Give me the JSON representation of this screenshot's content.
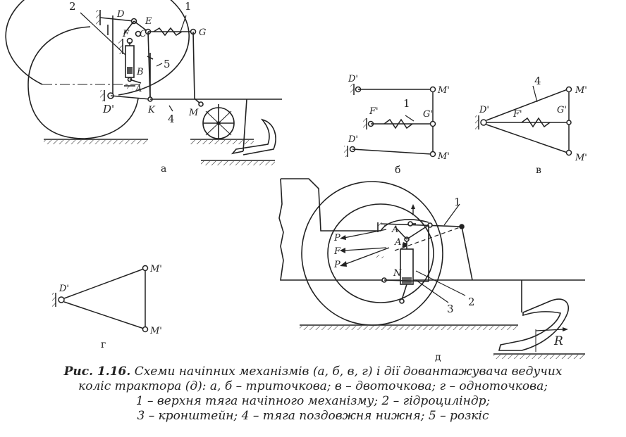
{
  "labels": {
    "a": {
      "n2": "2",
      "n1": "1",
      "n5": "5",
      "n4": "4",
      "D": "D",
      "E": "E",
      "F": "F",
      "C": "C",
      "G": "G",
      "B": "B",
      "A": "A",
      "D_prime": "D'",
      "K": "K",
      "M": "M"
    },
    "b": {
      "D1": "D'",
      "M1": "M'",
      "F": "F'",
      "n1": "1",
      "G": "G'",
      "D2": "D'",
      "M2": "M'"
    },
    "v": {
      "n4": "4",
      "D": "D'",
      "M1": "M'",
      "F": "F'",
      "G": "G'",
      "M2": "M'"
    },
    "g": {
      "D": "D'",
      "M1": "M'",
      "M2": "M'"
    },
    "d": {
      "n1": "1",
      "P1": "P",
      "F": "F",
      "P2": "P",
      "A": "A",
      "A1": "A",
      "A1sub": "1",
      "N": "N",
      "n2": "2",
      "n3": "3",
      "R": "R"
    }
  },
  "sublabels": {
    "a": "а",
    "b": "б",
    "v": "в",
    "g": "г",
    "d": "д"
  },
  "caption": {
    "prefix": "Рис. 1.16.",
    "line1": " Схеми начіпних механізмів (а, б, в, г) і дії довантажувача ведучих",
    "line2": "коліс трактора (д): а, б – триточкова; в – двоточкова; г – одноточкова;",
    "line3": "1 – верхня тяга начіпного механізму; 2 – гідроциліндр;",
    "line4": "3 – кронштейн; 4 – тяга поздовжня нижня; 5 – розкіс"
  }
}
